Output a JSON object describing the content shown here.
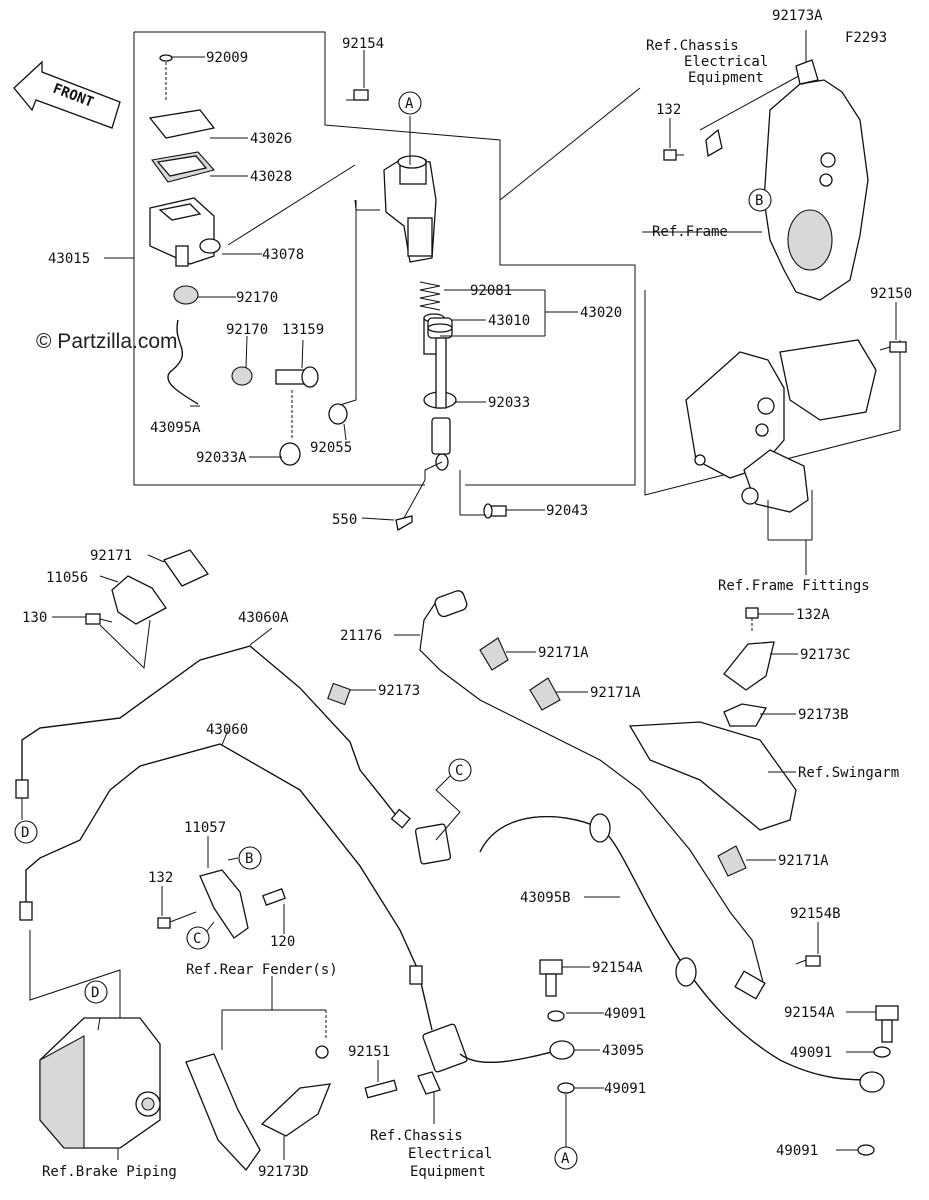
{
  "diagram_code": "F2293",
  "watermark": "© Partzilla.com",
  "front_arrow": "FRONT",
  "part_labels": {
    "p92009": "92009",
    "p92154": "92154",
    "p43026": "43026",
    "p43028": "43028",
    "p43015": "43015",
    "p43078": "43078",
    "p92170a": "92170",
    "p92170b": "92170",
    "p13159": "13159",
    "p43095A": "43095A",
    "p92033A": "92033A",
    "p92055": "92055",
    "p92081": "92081",
    "p43020": "43020",
    "p92033": "92033",
    "p43010": "43010",
    "p550": "550",
    "p92043": "92043",
    "p92173A": "92173A",
    "p132a": "132",
    "p92150": "92150",
    "p92171": "92171",
    "p11056": "11056",
    "p130": "130",
    "p43060A": "43060A",
    "p21176": "21176",
    "p92171A1": "92171A",
    "p92171A2": "92171A",
    "p92173": "92173",
    "p43060": "43060",
    "p132A": "132A",
    "p92173C": "92173C",
    "p92173B": "92173B",
    "p92171A3": "92171A",
    "p43095B": "43095B",
    "p11057": "11057",
    "p132b": "132",
    "p120": "120",
    "p92154B": "92154B",
    "p92154A1": "92154A",
    "p49091a": "49091",
    "p92151": "92151",
    "p43095": "43095",
    "p49091b": "49091",
    "p92154A2": "92154A",
    "p49091c": "49091",
    "p92173D": "92173D",
    "p49091d": "49091"
  },
  "ref_labels": {
    "chassis_top_1": "Ref.Chassis",
    "chassis_top_2": "Electrical",
    "chassis_top_3": "Equipment",
    "frame": "Ref.Frame",
    "frame_fittings": "Ref.Frame Fittings",
    "swingarm": "Ref.Swingarm",
    "rear_fender": "Ref.Rear Fender(s)",
    "brake_piping": "Ref.Brake Piping",
    "chassis_bottom_1": "Ref.Chassis",
    "chassis_bottom_2": "Electrical",
    "chassis_bottom_3": "Equipment"
  },
  "callouts": {
    "a_top": "A",
    "a_bottom": "A",
    "b_frame": "B",
    "b_bracket": "B",
    "c_hose": "C",
    "c_bracket": "C",
    "d_left": "D",
    "d_abs": "D"
  }
}
